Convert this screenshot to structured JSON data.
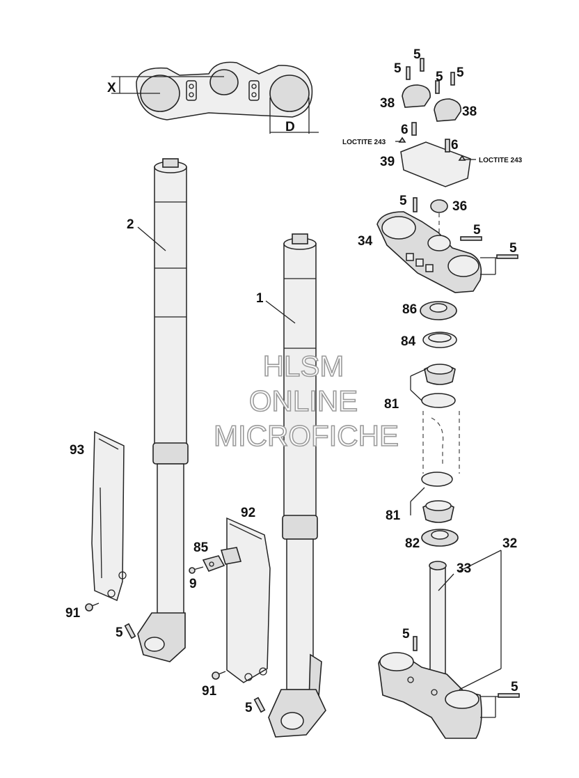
{
  "watermark": {
    "line1": "HLSM",
    "line2": "ONLINE",
    "line3": "MICROFICHE"
  },
  "dimensions": {
    "x_label": "X",
    "d_label": "D"
  },
  "annotations": {
    "loctite_left": "LOCTITE 243",
    "loctite_right": "LOCTITE 243"
  },
  "callouts": {
    "c1": "1",
    "c2": "2",
    "c5_a": "5",
    "c5_b": "5",
    "c5_c": "5",
    "c5_d": "5",
    "c5_e": "5",
    "c5_f": "5",
    "c5_g": "5",
    "c5_h": "5",
    "c5_i": "5",
    "c5_j": "5",
    "c6_a": "6",
    "c6_b": "6",
    "c9": "9",
    "c32": "32",
    "c33": "33",
    "c34": "34",
    "c36": "36",
    "c38_a": "38",
    "c38_b": "38",
    "c39": "39",
    "c81_a": "81",
    "c81_b": "81",
    "c82": "82",
    "c84": "84",
    "c85": "85",
    "c86": "86",
    "c91_a": "91",
    "c91_b": "91",
    "c92": "92",
    "c93": "93"
  }
}
